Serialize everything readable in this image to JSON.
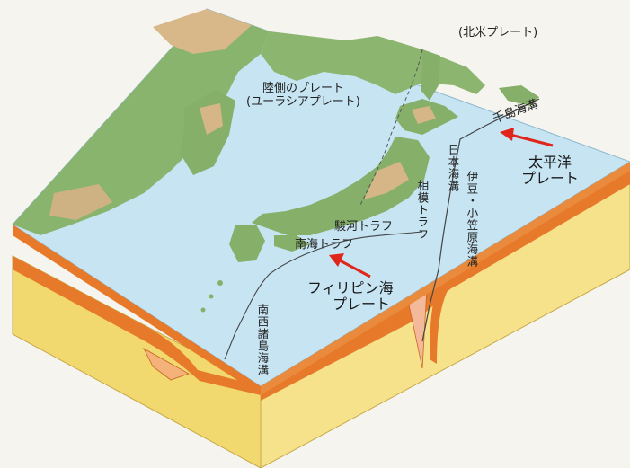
{
  "labels": {
    "north_american_plate": "(北米プレート)",
    "continental_plate_line1": "陸側のプレート",
    "continental_plate_line2": "(ユーラシアプレート)",
    "pacific_plate_line1": "太平洋",
    "pacific_plate_line2": "プレート",
    "philippine_plate_line1": "フィリピン海",
    "philippine_plate_line2": "プレート",
    "kuril_trench": "千島海溝",
    "japan_trench": "日本海溝",
    "izu_bonin_trench": "伊豆・小笠原海溝",
    "sagami_trough": "相模トラフ",
    "suruga_trough": "駿河トラフ",
    "nankai_trough": "南海トラフ",
    "ryukyu_trench": "南西諸島海溝"
  },
  "colors": {
    "sea": "#c6e4f2",
    "land_green": "#7fae6a",
    "land_tan": "#d9b98a",
    "plate_orange": "#e77a2a",
    "mantle_yellow": "#f2dc72",
    "arrow_red": "#e0251b"
  }
}
